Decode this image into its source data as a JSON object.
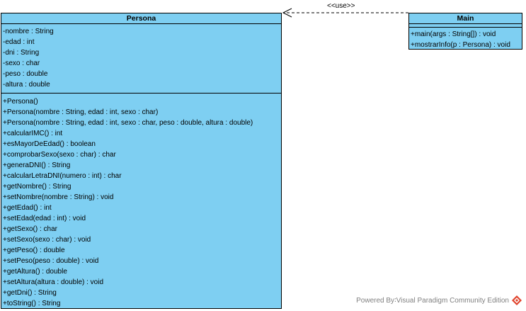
{
  "colors": {
    "class_fill": "#7ecff2",
    "class_border": "#000000",
    "watermark_text": "#808080",
    "watermark_logo": "#e0422b"
  },
  "relationship": {
    "stereotype": "<<use>>",
    "from": "Main",
    "to": "Persona",
    "line_style": "dashed",
    "arrow_icon": "open-arrow-icon"
  },
  "classes": {
    "persona": {
      "name": "Persona",
      "attributes": [
        "-nombre : String",
        "-edad : int",
        "-dni : String",
        "-sexo : char",
        "-peso : double",
        "-altura : double"
      ],
      "operations": [
        "+Persona()",
        "+Persona(nombre : String, edad : int, sexo : char)",
        "+Persona(nombre : String, edad : int, sexo : char, peso : double, altura : double)",
        "+calcularIMC() : int",
        "+esMayorDeEdad() : boolean",
        "+comprobarSexo(sexo : char) : char",
        "+generaDNI() : String",
        "+calcularLetraDNI(numero : int) : char",
        "+getNombre() : String",
        "+setNombre(nombre : String) : void",
        "+getEdad() : int",
        "+setEdad(edad : int) : void",
        "+getSexo() : char",
        "+setSexo(sexo : char) : void",
        "+getPeso() : double",
        "+setPeso(peso : double) : void",
        "+getAltura() : double",
        "+setAltura(altura : double) : void",
        "+getDni() : String",
        "+toString() : String"
      ]
    },
    "main": {
      "name": "Main",
      "attributes": [],
      "operations": [
        "+main(args : String[]) : void",
        "+mostrarInfo(p : Persona) : void"
      ]
    }
  },
  "watermark": {
    "text": "Powered By∶Visual Paradigm Community Edition",
    "logo_icon": "visual-paradigm-logo-icon"
  }
}
